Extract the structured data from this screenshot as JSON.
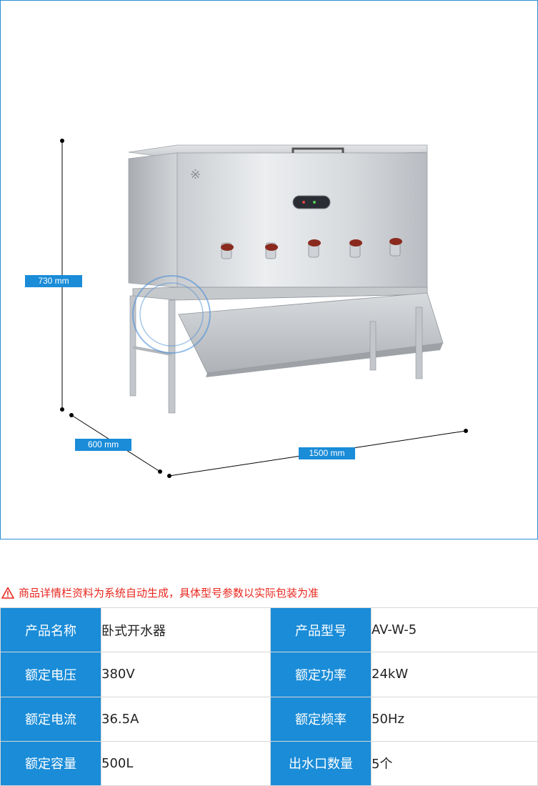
{
  "dimensions": {
    "height": "730 mm",
    "depth": "600 mm",
    "width": "1500 mm"
  },
  "notice": "商品详情栏资料为系统自动生成，具体型号参数以实际包装为准",
  "specs": [
    {
      "label": "产品名称",
      "value": "卧式开水器"
    },
    {
      "label": "产品型号",
      "value": "AV-W-5"
    },
    {
      "label": "额定电压",
      "value": "380V"
    },
    {
      "label": "额定功率",
      "value": "24kW"
    },
    {
      "label": "额定电流",
      "value": "36.5A"
    },
    {
      "label": "额定频率",
      "value": "50Hz"
    },
    {
      "label": "额定容量",
      "value": "500L"
    },
    {
      "label": "出水口数量",
      "value": "5个"
    }
  ],
  "colors": {
    "accent": "#1a8cd8",
    "warning": "#e8271e",
    "frame": "#2b8fd6"
  },
  "icons": {
    "notice": "warning-triangle-icon"
  }
}
